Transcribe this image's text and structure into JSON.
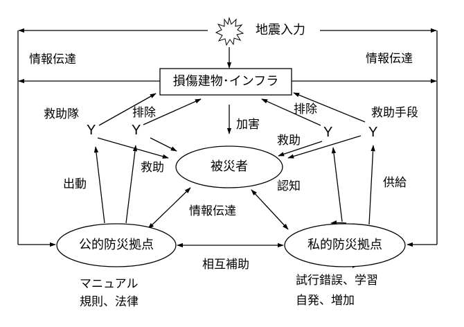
{
  "diagram": {
    "input": {
      "label": "地震入力",
      "icon": "explosion-icon"
    },
    "nodes": {
      "damaged": "損傷建物･インフラ",
      "victims": "被災者",
      "public": "公的防災拠点",
      "private": "私的防災拠点"
    },
    "agents": {
      "rescue_team": "救助隊",
      "rescue_means": "救助手段",
      "symbol": "Y"
    },
    "edge_labels": {
      "info_left": "情報伝達",
      "info_right": "情報伝達",
      "info_center": "情報伝達",
      "removal_left": "排除",
      "removal_right": "排除",
      "harm": "加害",
      "rescue_left": "救助",
      "rescue_right": "救助",
      "dispatch": "出動",
      "supply": "供給",
      "recognition": "認知",
      "mutual_aid": "相互補助"
    },
    "notes": {
      "public_line1": "マニュアル",
      "public_line2": "規則、法律",
      "private_line1": "試行錯誤、学習",
      "private_line2": "自発、増加"
    }
  }
}
